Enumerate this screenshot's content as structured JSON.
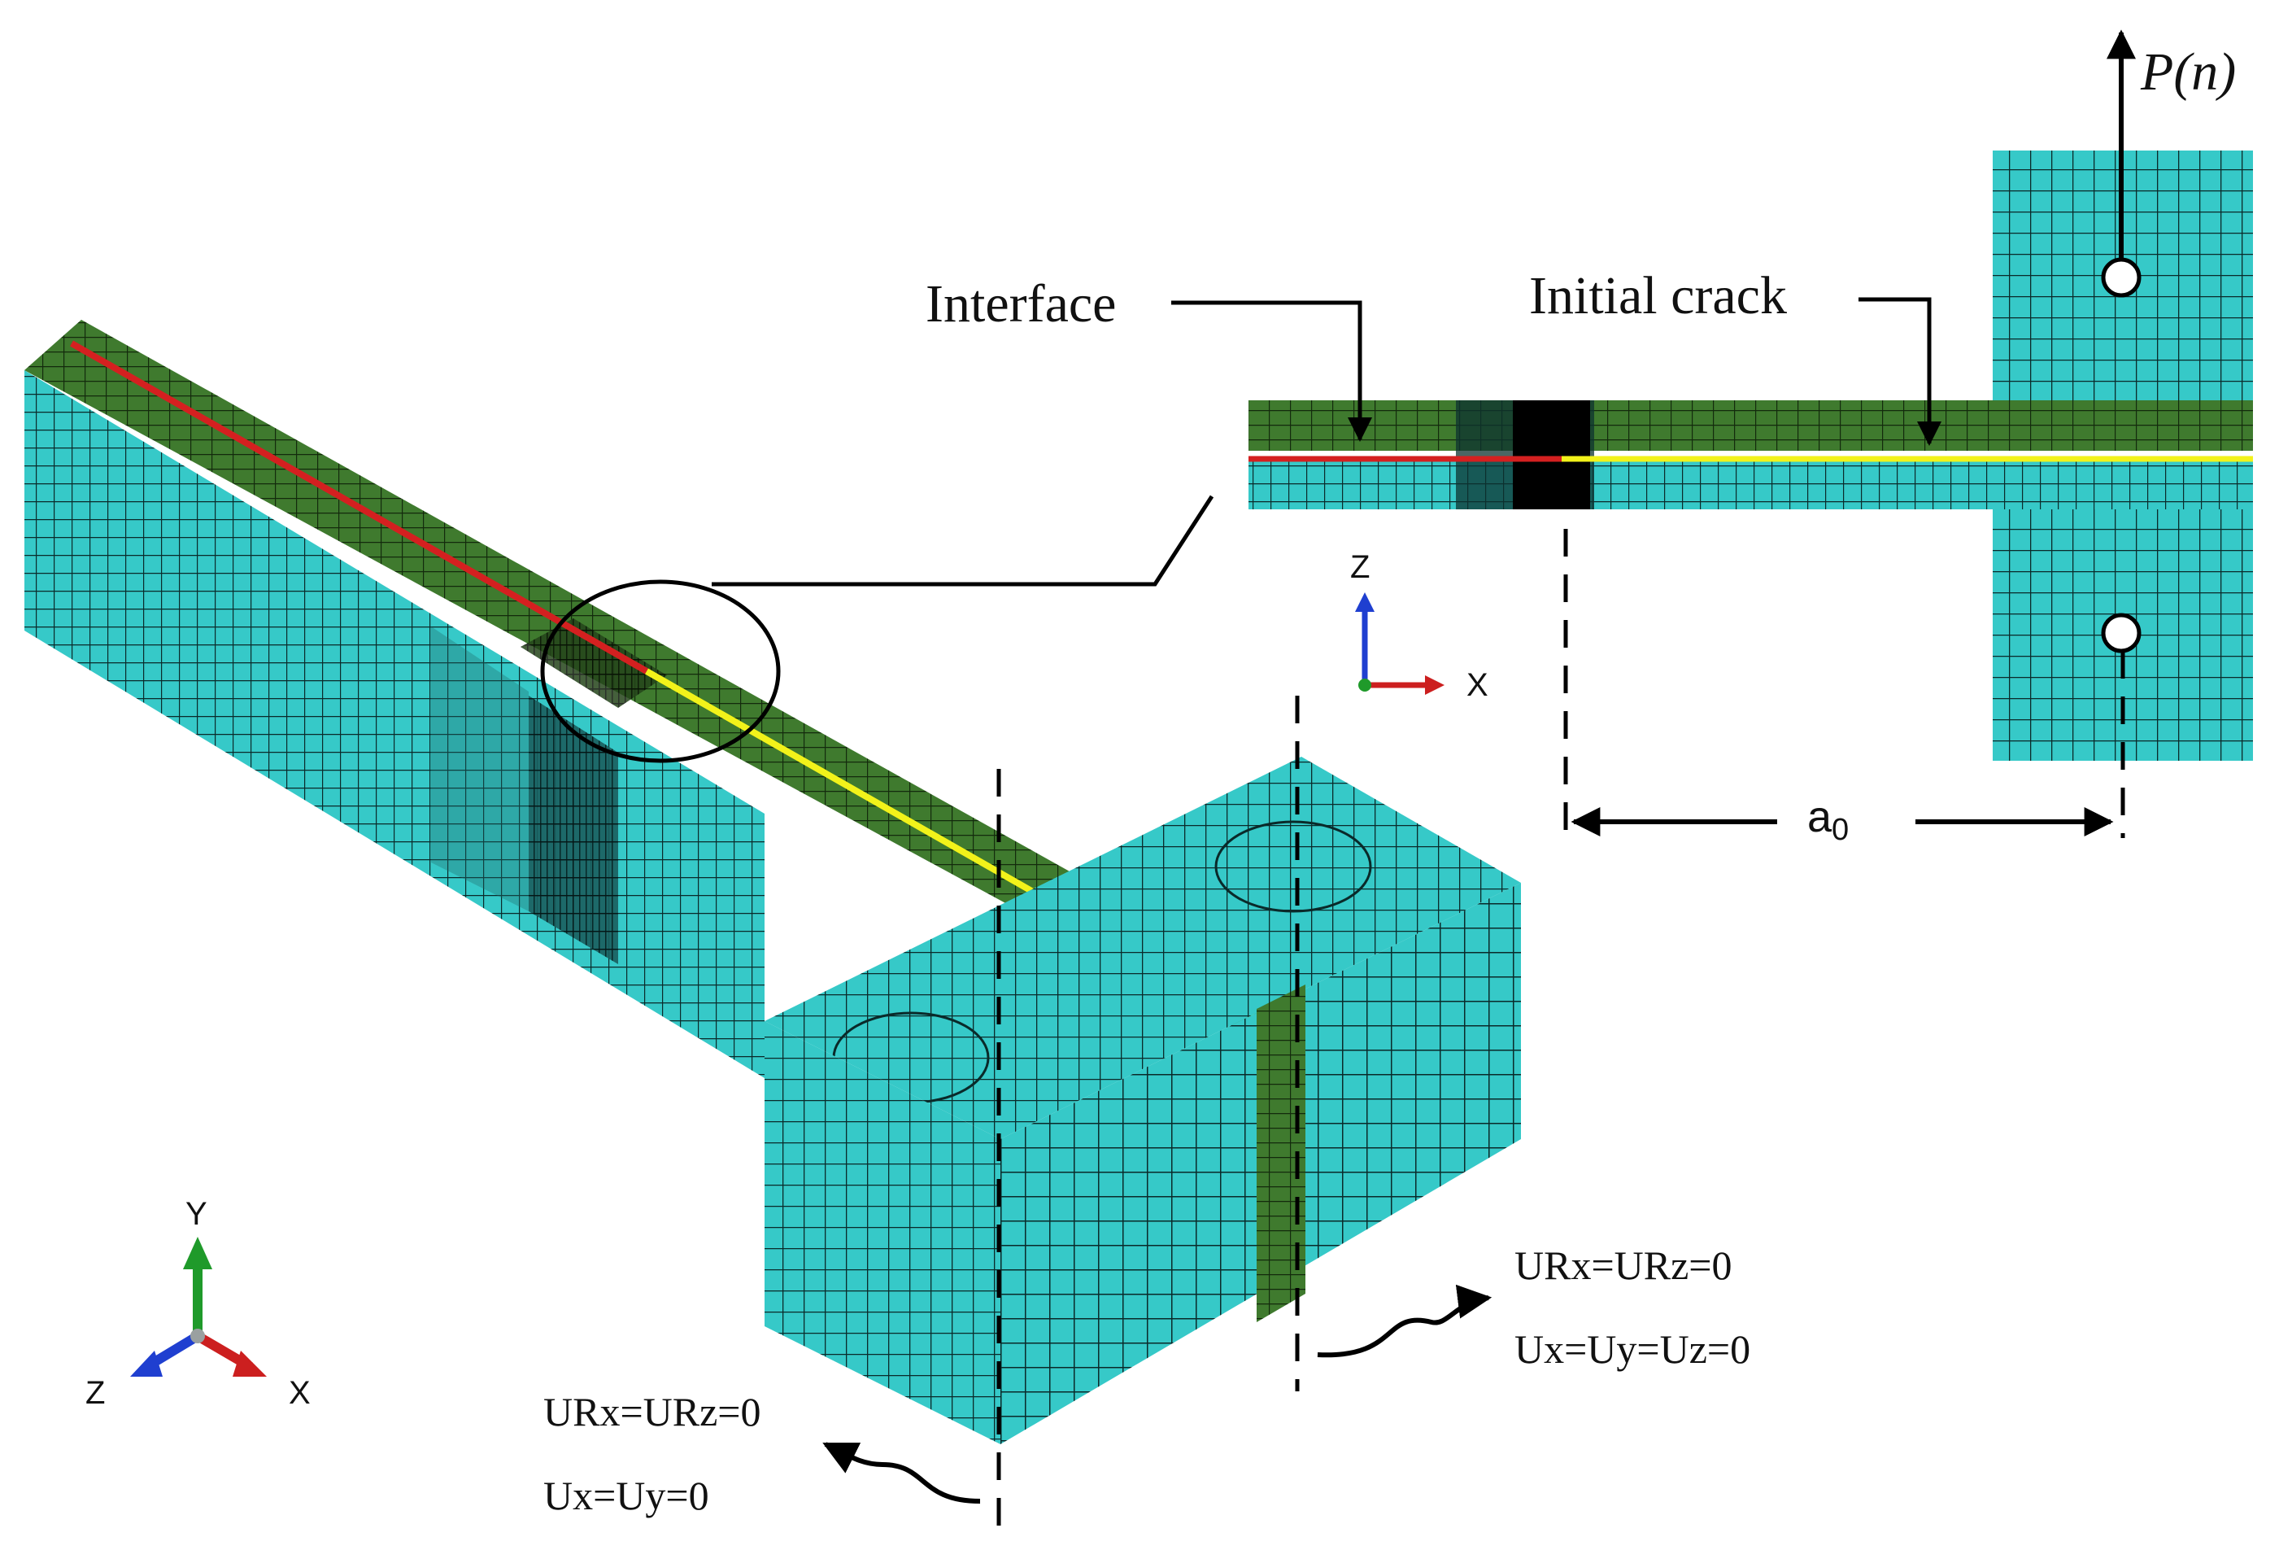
{
  "colors": {
    "mesh_fill": "#36c9c8",
    "mesh_line": "#0a2a2a",
    "adhesive_fill": "#3f7a2e",
    "adhesive_line": "#132a0c",
    "interface_line": "#d42020",
    "crack_line": "#f2f21a",
    "axis_x": "#cc1f1f",
    "axis_y": "#1f9a2a",
    "axis_z": "#1f3fd0",
    "ink": "#000000"
  },
  "labels": {
    "interface": "Interface",
    "initial_crack": "Initial crack",
    "load": "P(n)",
    "crack_length_base": "a",
    "crack_length_sub": "0"
  },
  "axes_2d": {
    "z": "Z",
    "x": "X"
  },
  "axes_3d": {
    "y": "Y",
    "z": "Z",
    "x": "X"
  },
  "boundary_conditions": {
    "right_rot": "URx=URz=0",
    "right_disp": "Ux=Uy=Uz=0",
    "left_rot": "URx=URz=0",
    "left_disp": "Ux=Uy=0"
  }
}
